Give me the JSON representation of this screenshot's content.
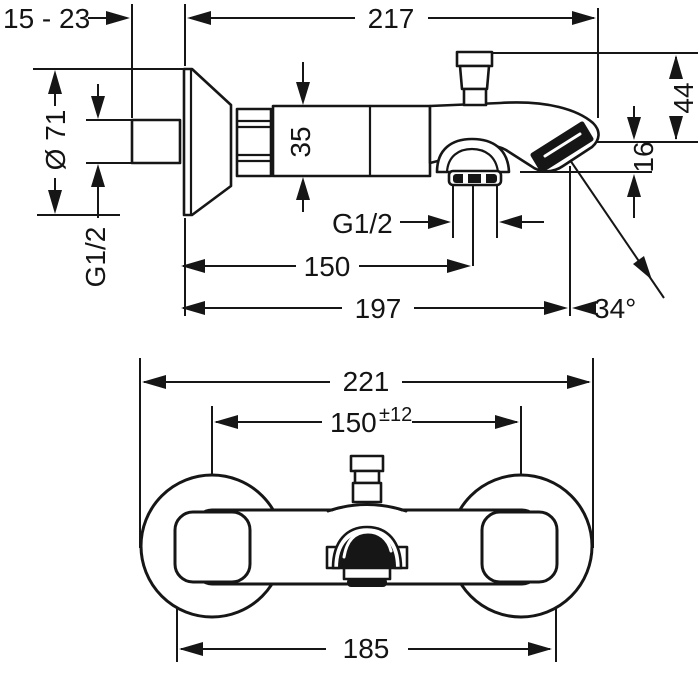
{
  "drawing": {
    "background": "#ffffff",
    "line_color": "#161616",
    "side_view": {
      "wall_clearance": "15 - 23",
      "total_projection": "217",
      "escutcheon_diameter": "Ø 71",
      "wall_connection_thread": "G1/2",
      "body_height": "35",
      "shower_outlet_thread": "G1/2",
      "reach_to_port_center": "150",
      "reach_to_outlet": "197",
      "port_height_above_axis": "44",
      "outlet_drop_below_axis": "16",
      "outlet_angle": "34°"
    },
    "front_view": {
      "overall_width": "221",
      "connection_centers": "150",
      "connection_tolerance": "±12",
      "body_width": "185"
    }
  }
}
